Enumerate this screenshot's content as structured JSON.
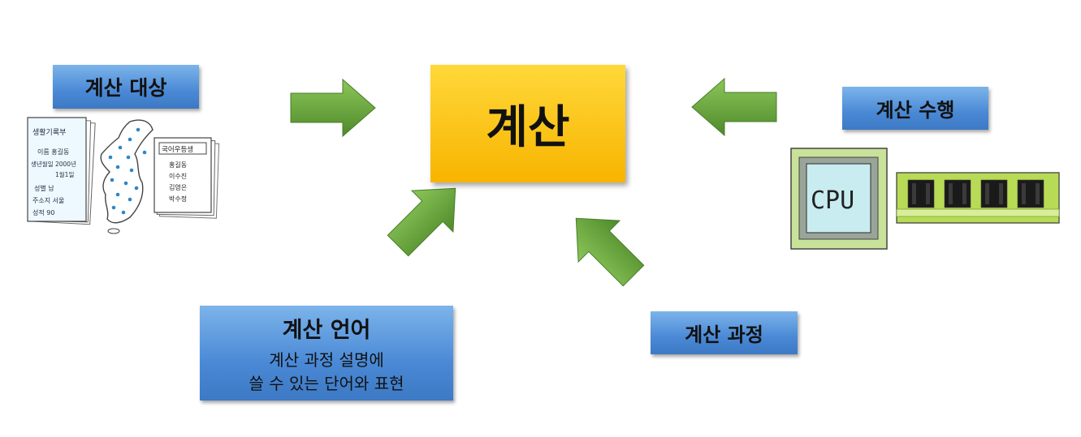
{
  "center": {
    "title": "계산"
  },
  "targets": {
    "label": "계산 대상"
  },
  "execution": {
    "label": "계산 수행",
    "cpu_text": "CPU"
  },
  "language": {
    "label": "계산 언어",
    "desc_line1": "계산 과정 설명에",
    "desc_line2": "쓸 수 있는 단어와 표현"
  },
  "process": {
    "label": "계산 과정"
  },
  "illustrations": {
    "record_title": "생활기록부",
    "record_lines": [
      "이름 홍길동",
      "생년월일 2000년",
      "1월1일",
      "성별 남",
      "주소지 서울",
      "성적 90"
    ],
    "list_title": "국어우등생",
    "list_lines": [
      "홍길동",
      "이수진",
      "김영은",
      "박수정"
    ]
  },
  "colors": {
    "arrow": "#5e9c35",
    "label_box": "#4a89d6",
    "center_box": "#f8b400"
  }
}
